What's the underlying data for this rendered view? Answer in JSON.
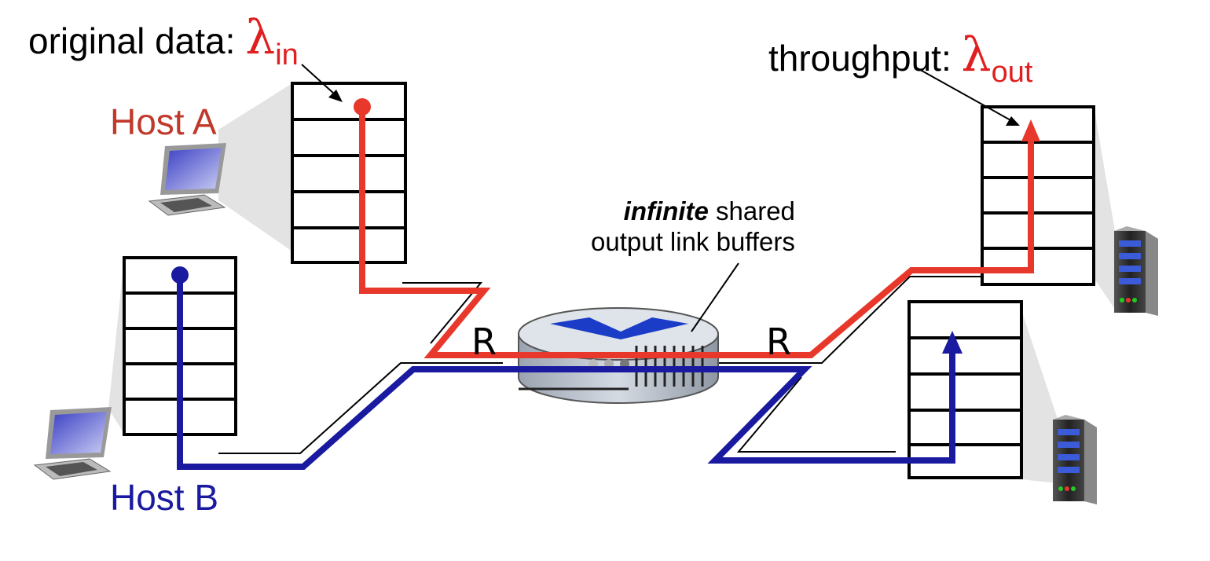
{
  "labels": {
    "original_prefix": "original data: ",
    "lambda": "λ",
    "in_sub": "in",
    "throughput_prefix": "throughput: ",
    "out_sub": "out",
    "host_a": "Host A",
    "host_b": "Host B",
    "buffer_emph": "infinite",
    "buffer_rest": " shared",
    "buffer_line2": "output link buffers",
    "link_rate_left": "R",
    "link_rate_right": "R"
  },
  "colors": {
    "host_a": "#e8382b",
    "host_a_label": "#c0392b",
    "host_b": "#1a1aa0",
    "host_b_label": "#1a1aa0",
    "lambda": "#e02020"
  },
  "icons": [
    "laptop-icon",
    "laptop-icon",
    "router-icon",
    "server-icon",
    "server-icon"
  ]
}
